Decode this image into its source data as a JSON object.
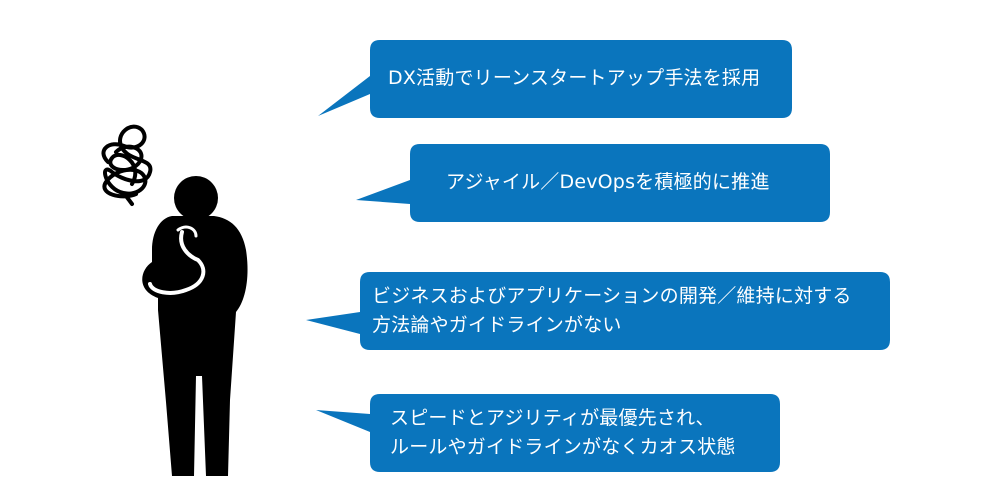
{
  "colors": {
    "bubble": "#0a75bd",
    "figure": "#000000",
    "text": "#ffffff"
  },
  "bubbles": [
    {
      "lines": [
        "DX活動でリーンスタートアップ手法を採用"
      ]
    },
    {
      "lines": [
        "アジャイル／DevOpsを積極的に推進"
      ]
    },
    {
      "lines": [
        "ビジネスおよびアプリケーションの開発／維持に対する",
        "方法論やガイドラインがない"
      ]
    },
    {
      "lines": [
        "スピードとアジリティが最優先され、",
        "ルールやガイドラインがなくカオス状態"
      ]
    }
  ]
}
